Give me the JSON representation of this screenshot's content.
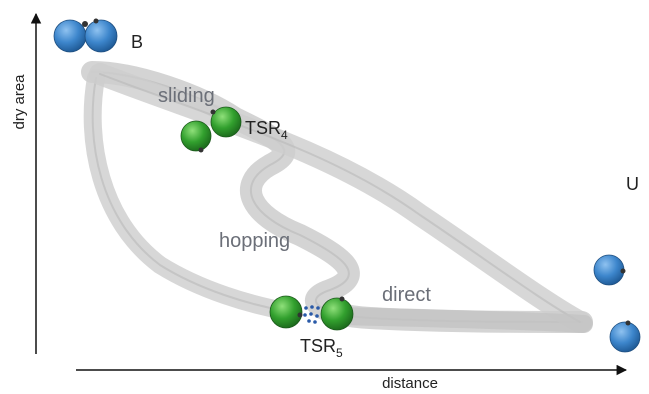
{
  "axes": {
    "x_label": "distance",
    "y_label": "dry area"
  },
  "labels": {
    "b": "B",
    "u": "U",
    "tsr4_main": "TSR",
    "tsr4_sub": "4",
    "tsr5_main": "TSR",
    "tsr5_sub": "5",
    "sliding": "sliding",
    "hopping": "hopping",
    "direct": "direct"
  },
  "colors": {
    "blue": "#3d86cc",
    "green": "#32a02e",
    "path": "#c9c9c9",
    "text_grey": "#6b6f78"
  }
}
